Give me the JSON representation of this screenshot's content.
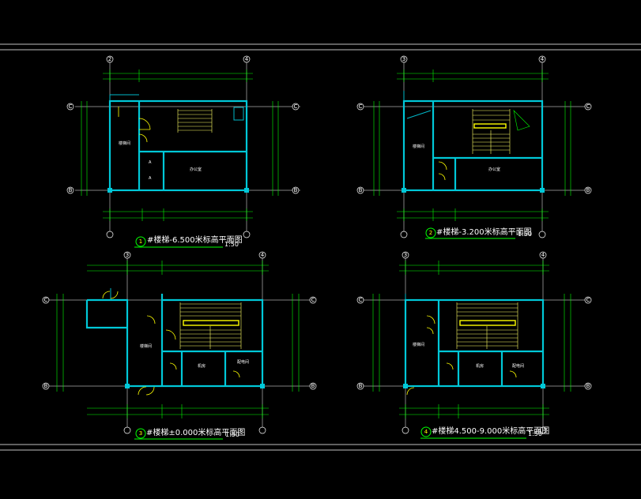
{
  "drawing": {
    "colors": {
      "background": "#000000",
      "wall": "#00c8d8",
      "dimension": "#00ff00",
      "door": "#ffff00",
      "text": "#ffffff"
    },
    "plans": [
      {
        "number": "1",
        "title": "#楼梯-6.500米标高平面图",
        "scale": "1:50",
        "axis_left": "C",
        "axis_right": "C",
        "axis_bottom_left": "B",
        "axis_bottom_right": "B",
        "axis_top_left": "2",
        "axis_top_right": "4"
      },
      {
        "number": "2",
        "title": "#楼梯-3.200米标高平面图",
        "scale": "1:50",
        "axis_left": "C",
        "axis_right": "C",
        "axis_bottom_left": "B",
        "axis_bottom_right": "B",
        "axis_top_left": "3",
        "axis_top_right": "4"
      },
      {
        "number": "3",
        "title": "#楼梯±0.000米标高平面图",
        "scale": "1:50",
        "axis_left": "C",
        "axis_right": "C",
        "axis_bottom_left": "B",
        "axis_bottom_right": "B",
        "axis_top_left": "3",
        "axis_top_right": "4"
      },
      {
        "number": "4",
        "title": "#楼梯4.500-9.000米标高平面图",
        "scale": "1:50",
        "axis_left": "C",
        "axis_right": "C",
        "axis_bottom_left": "B",
        "axis_bottom_right": "B",
        "axis_top_left": "3",
        "axis_top_right": "4"
      }
    ]
  }
}
